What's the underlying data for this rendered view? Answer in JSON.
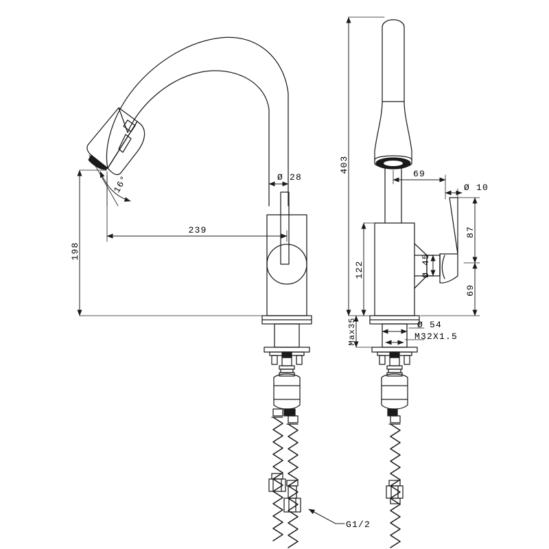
{
  "drawing": {
    "type": "technical-dimension-drawing",
    "subject": "pull-down kitchen faucet",
    "background_color": "#ffffff",
    "line_color": "#1a1a1a",
    "views": [
      {
        "id": "side-view",
        "name": "Side elevation view"
      },
      {
        "id": "front-view",
        "name": "Front elevation view"
      }
    ]
  },
  "dimensions": {
    "spout_height": "198",
    "spout_reach": "239",
    "spout_tube_dia": "Ø 28",
    "sprayer_angle": "16°",
    "overall_height": "403",
    "handle_offset": "69",
    "handle_rod_dia": "Ø 10",
    "handle_top_height": "87",
    "handle_base_height": "69",
    "body_height": "122",
    "valve_cap_dia": "Ø 45",
    "max_deck_thickness": "Max35",
    "shank_dia": "Ø 54",
    "thread_spec": "M32X1.5",
    "hose_connection": "G1/2"
  }
}
